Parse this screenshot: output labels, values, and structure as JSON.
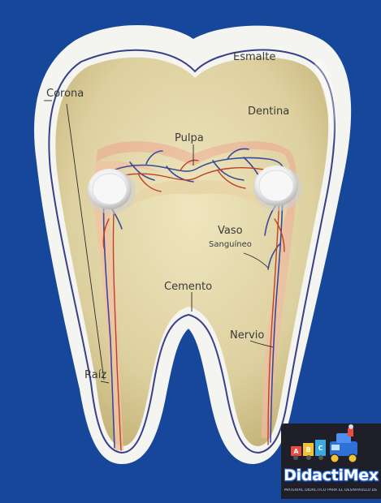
{
  "labels": {
    "esmalte": "Esmalte",
    "corona": "Corona",
    "dentina": "Dentina",
    "pulpa": "Pulpa",
    "vaso": "Vaso",
    "sanguineo": "Sanguíneo",
    "cemento": "Cemento",
    "nervio": "Nervio",
    "raiz": "Raíz"
  },
  "logo": {
    "name": "DidactiMex",
    "tagline": "MATERIAL DIDÁCTICO PARA EL DESARROLLO DE LA NIÑEZ"
  },
  "colors": {
    "background": "#17479a",
    "enamel": "#f4f4f0",
    "dentin": "#d8cd98",
    "outline": "#3a3f8a",
    "nerve": "#c0402a",
    "vessel": "#3a4a9a"
  }
}
